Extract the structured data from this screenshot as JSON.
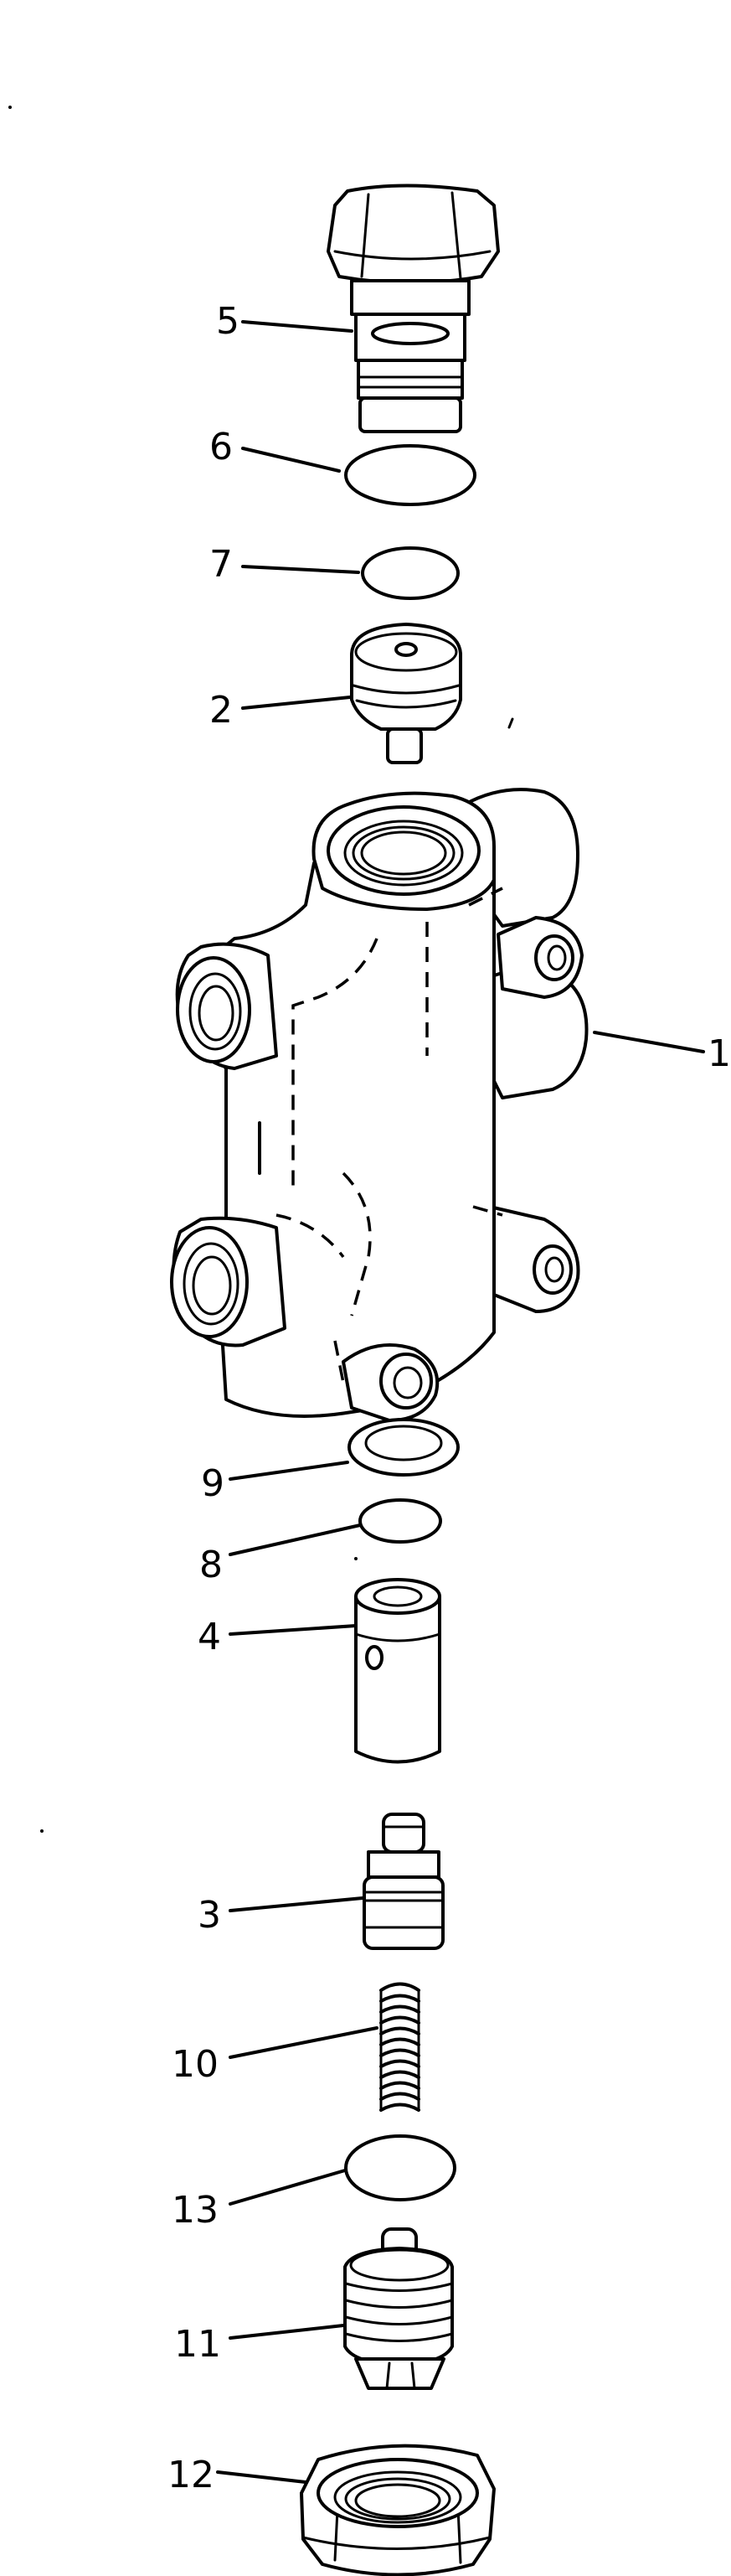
{
  "callouts": [
    {
      "id": "5",
      "label": "5"
    },
    {
      "id": "6",
      "label": "6"
    },
    {
      "id": "7",
      "label": "7"
    },
    {
      "id": "2",
      "label": "2"
    },
    {
      "id": "1",
      "label": "1"
    },
    {
      "id": "9",
      "label": "9"
    },
    {
      "id": "8",
      "label": "8"
    },
    {
      "id": "4",
      "label": "4"
    },
    {
      "id": "3",
      "label": "3"
    },
    {
      "id": "10",
      "label": "10"
    },
    {
      "id": "13",
      "label": "13"
    },
    {
      "id": "11",
      "label": "11"
    },
    {
      "id": "12",
      "label": "12"
    }
  ]
}
